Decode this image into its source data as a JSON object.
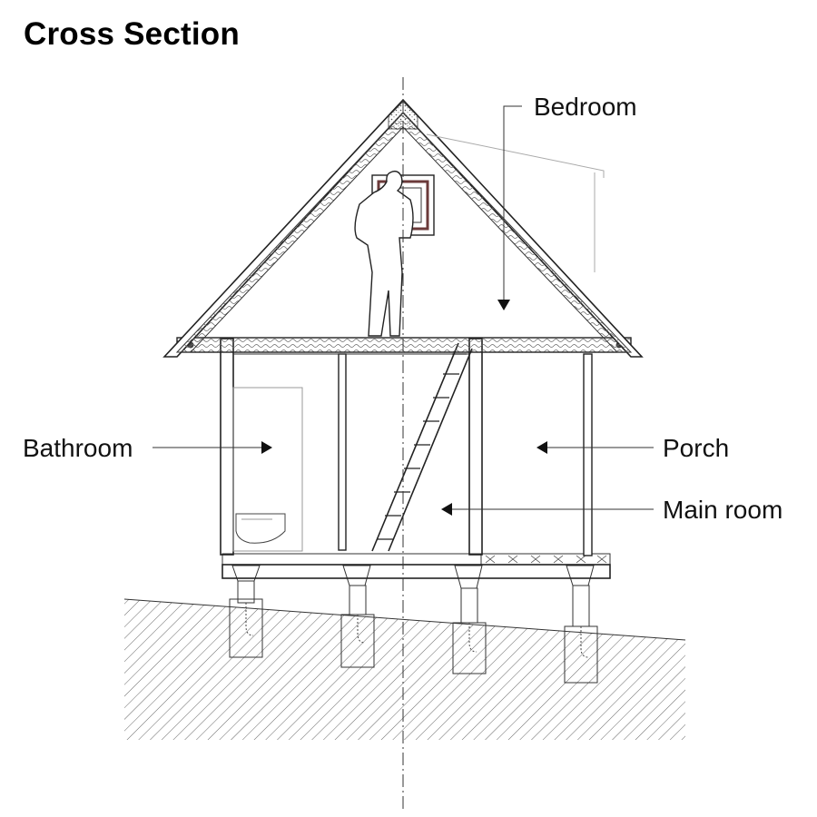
{
  "title": "Cross Section",
  "labels": {
    "bedroom": "Bedroom",
    "bathroom": "Bathroom",
    "porch": "Porch",
    "main_room": "Main room"
  },
  "icons": [
    "arrow-icon",
    "person-silhouette",
    "toilet-icon",
    "ladder",
    "window"
  ]
}
